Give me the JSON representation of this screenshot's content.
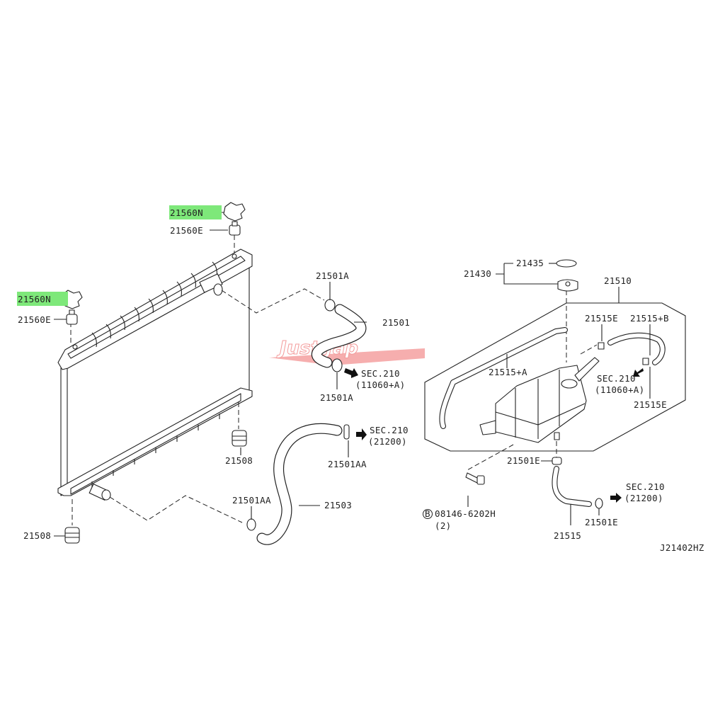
{
  "diagram": {
    "code": "J21402HZ",
    "watermark": "Just Jap",
    "highlight_color": "#7ee87a",
    "watermark_color": "#f28a8a",
    "labels": {
      "fan_shroud_clip_top": "21560N",
      "fan_shroud_clip_left": "21560N",
      "grommet_top": "21560E",
      "grommet_left": "21560E",
      "upper_clamp_top": "21501A",
      "upper_hose": "21501",
      "upper_clamp_bottom": "21501A",
      "upper_sec_ref": "SEC.210",
      "upper_sec_code": "(11060+A)",
      "mount_right": "21508",
      "lower_clamp_right": "21501AA",
      "lower_sec_ref": "SEC.210",
      "lower_sec_code": "(21200)",
      "lower_clamp_left": "21501AA",
      "lower_hose": "21503",
      "mount_left": "21508",
      "cap_seal": "21435",
      "reservoir_cap": "21430",
      "reservoir_tank": "21510",
      "tank_clip_top": "21515E",
      "tank_hose_b": "21515+B",
      "tank_hose_a": "21515+A",
      "tank_sec_ref": "SEC.210",
      "tank_sec_code": "(11060+A)",
      "tank_clip_bottom": "21515E",
      "tank_outlet_clamp_top": "21501E",
      "bolt_marker": "B",
      "bolt": "08146-6202H",
      "bolt_qty": "(2)",
      "tank_outlet_hose": "21515",
      "tank_outlet_clamp_bottom": "21501E",
      "outlet_sec_ref": "SEC.210",
      "outlet_sec_code": "(21200)"
    }
  }
}
